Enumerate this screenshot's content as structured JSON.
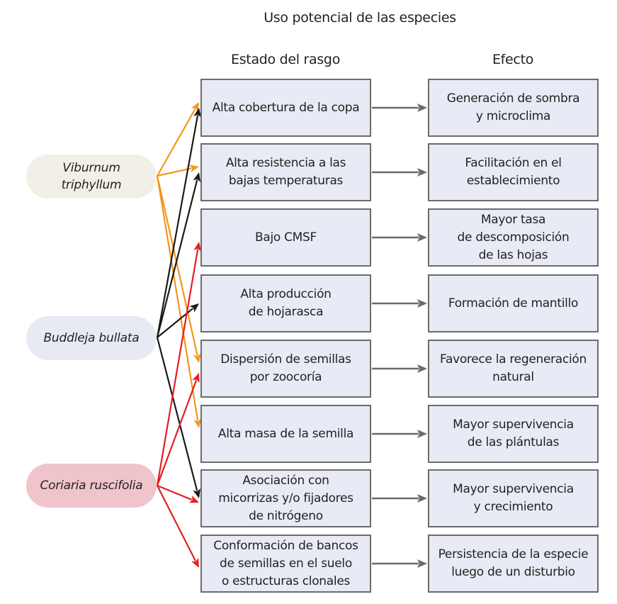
{
  "title": "Uso potencial de las especies",
  "column_headers": {
    "trait": "Estado del rasgo",
    "effect": "Efecto"
  },
  "species": [
    {
      "id": "viburnum",
      "label": "Viburnum\ntriphyllum",
      "fill": "#f2f0e6",
      "arrow_color": "#f3971b",
      "targets": [
        0,
        1,
        4,
        5
      ]
    },
    {
      "id": "buddleja",
      "label": "Buddleja bullata",
      "fill": "#e8eaf3",
      "arrow_color": "#1a1a1a",
      "targets": [
        0,
        1,
        3,
        6
      ]
    },
    {
      "id": "coriaria",
      "label": "Coriaria ruscifolia",
      "fill": "#f0c4cb",
      "arrow_color": "#e31e24",
      "targets": [
        2,
        4,
        6,
        7
      ]
    }
  ],
  "rows": [
    {
      "trait": "Alta cobertura de la copa",
      "effect": "Generación de sombra\ny microclima"
    },
    {
      "trait": "Alta resistencia a las\nbajas temperaturas",
      "effect": "Facilitación en el\nestablecimiento"
    },
    {
      "trait": "Bajo CMSF",
      "effect": "Mayor tasa\nde descomposición\nde las hojas"
    },
    {
      "trait": "Alta producción\nde hojarasca",
      "effect": "Formación de mantillo"
    },
    {
      "trait": "Dispersión de semillas\npor zoocoría",
      "effect": "Favorece la regeneración\nnatural"
    },
    {
      "trait": "Alta masa de la semilla",
      "effect": "Mayor supervivencia\nde las plántulas"
    },
    {
      "trait": "Asociación con\nmicorrizas y/o fijadores\nde nitrógeno",
      "effect": "Mayor supervivencia\ny crecimiento"
    },
    {
      "trait": "Conformación de bancos\nde semillas en el suelo\no estructuras clonales",
      "effect": "Persistencia de la especie\nluego de un disturbio"
    }
  ],
  "colors": {
    "box_fill": "#e8ebf5",
    "box_border": "#6b6b6b",
    "row_arrow": "#6b6b6b"
  }
}
